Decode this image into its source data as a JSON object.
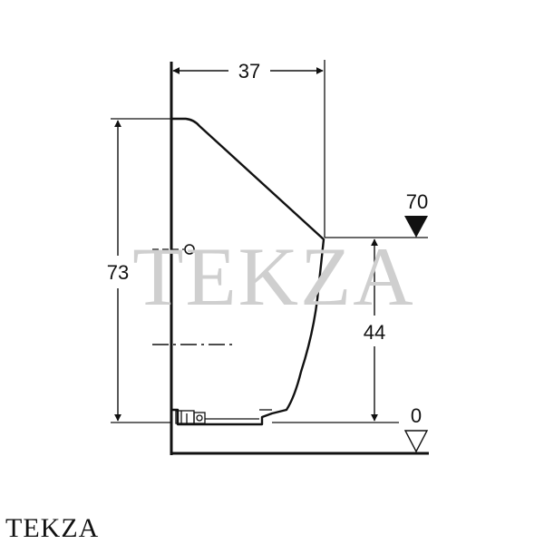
{
  "drawing": {
    "dimensions": {
      "width": "37",
      "height": "73",
      "rim_height": "44",
      "level_rim": "70",
      "level_floor": "0"
    },
    "watermark": "TEKZA"
  },
  "footer": {
    "brand": "TEKZA"
  }
}
